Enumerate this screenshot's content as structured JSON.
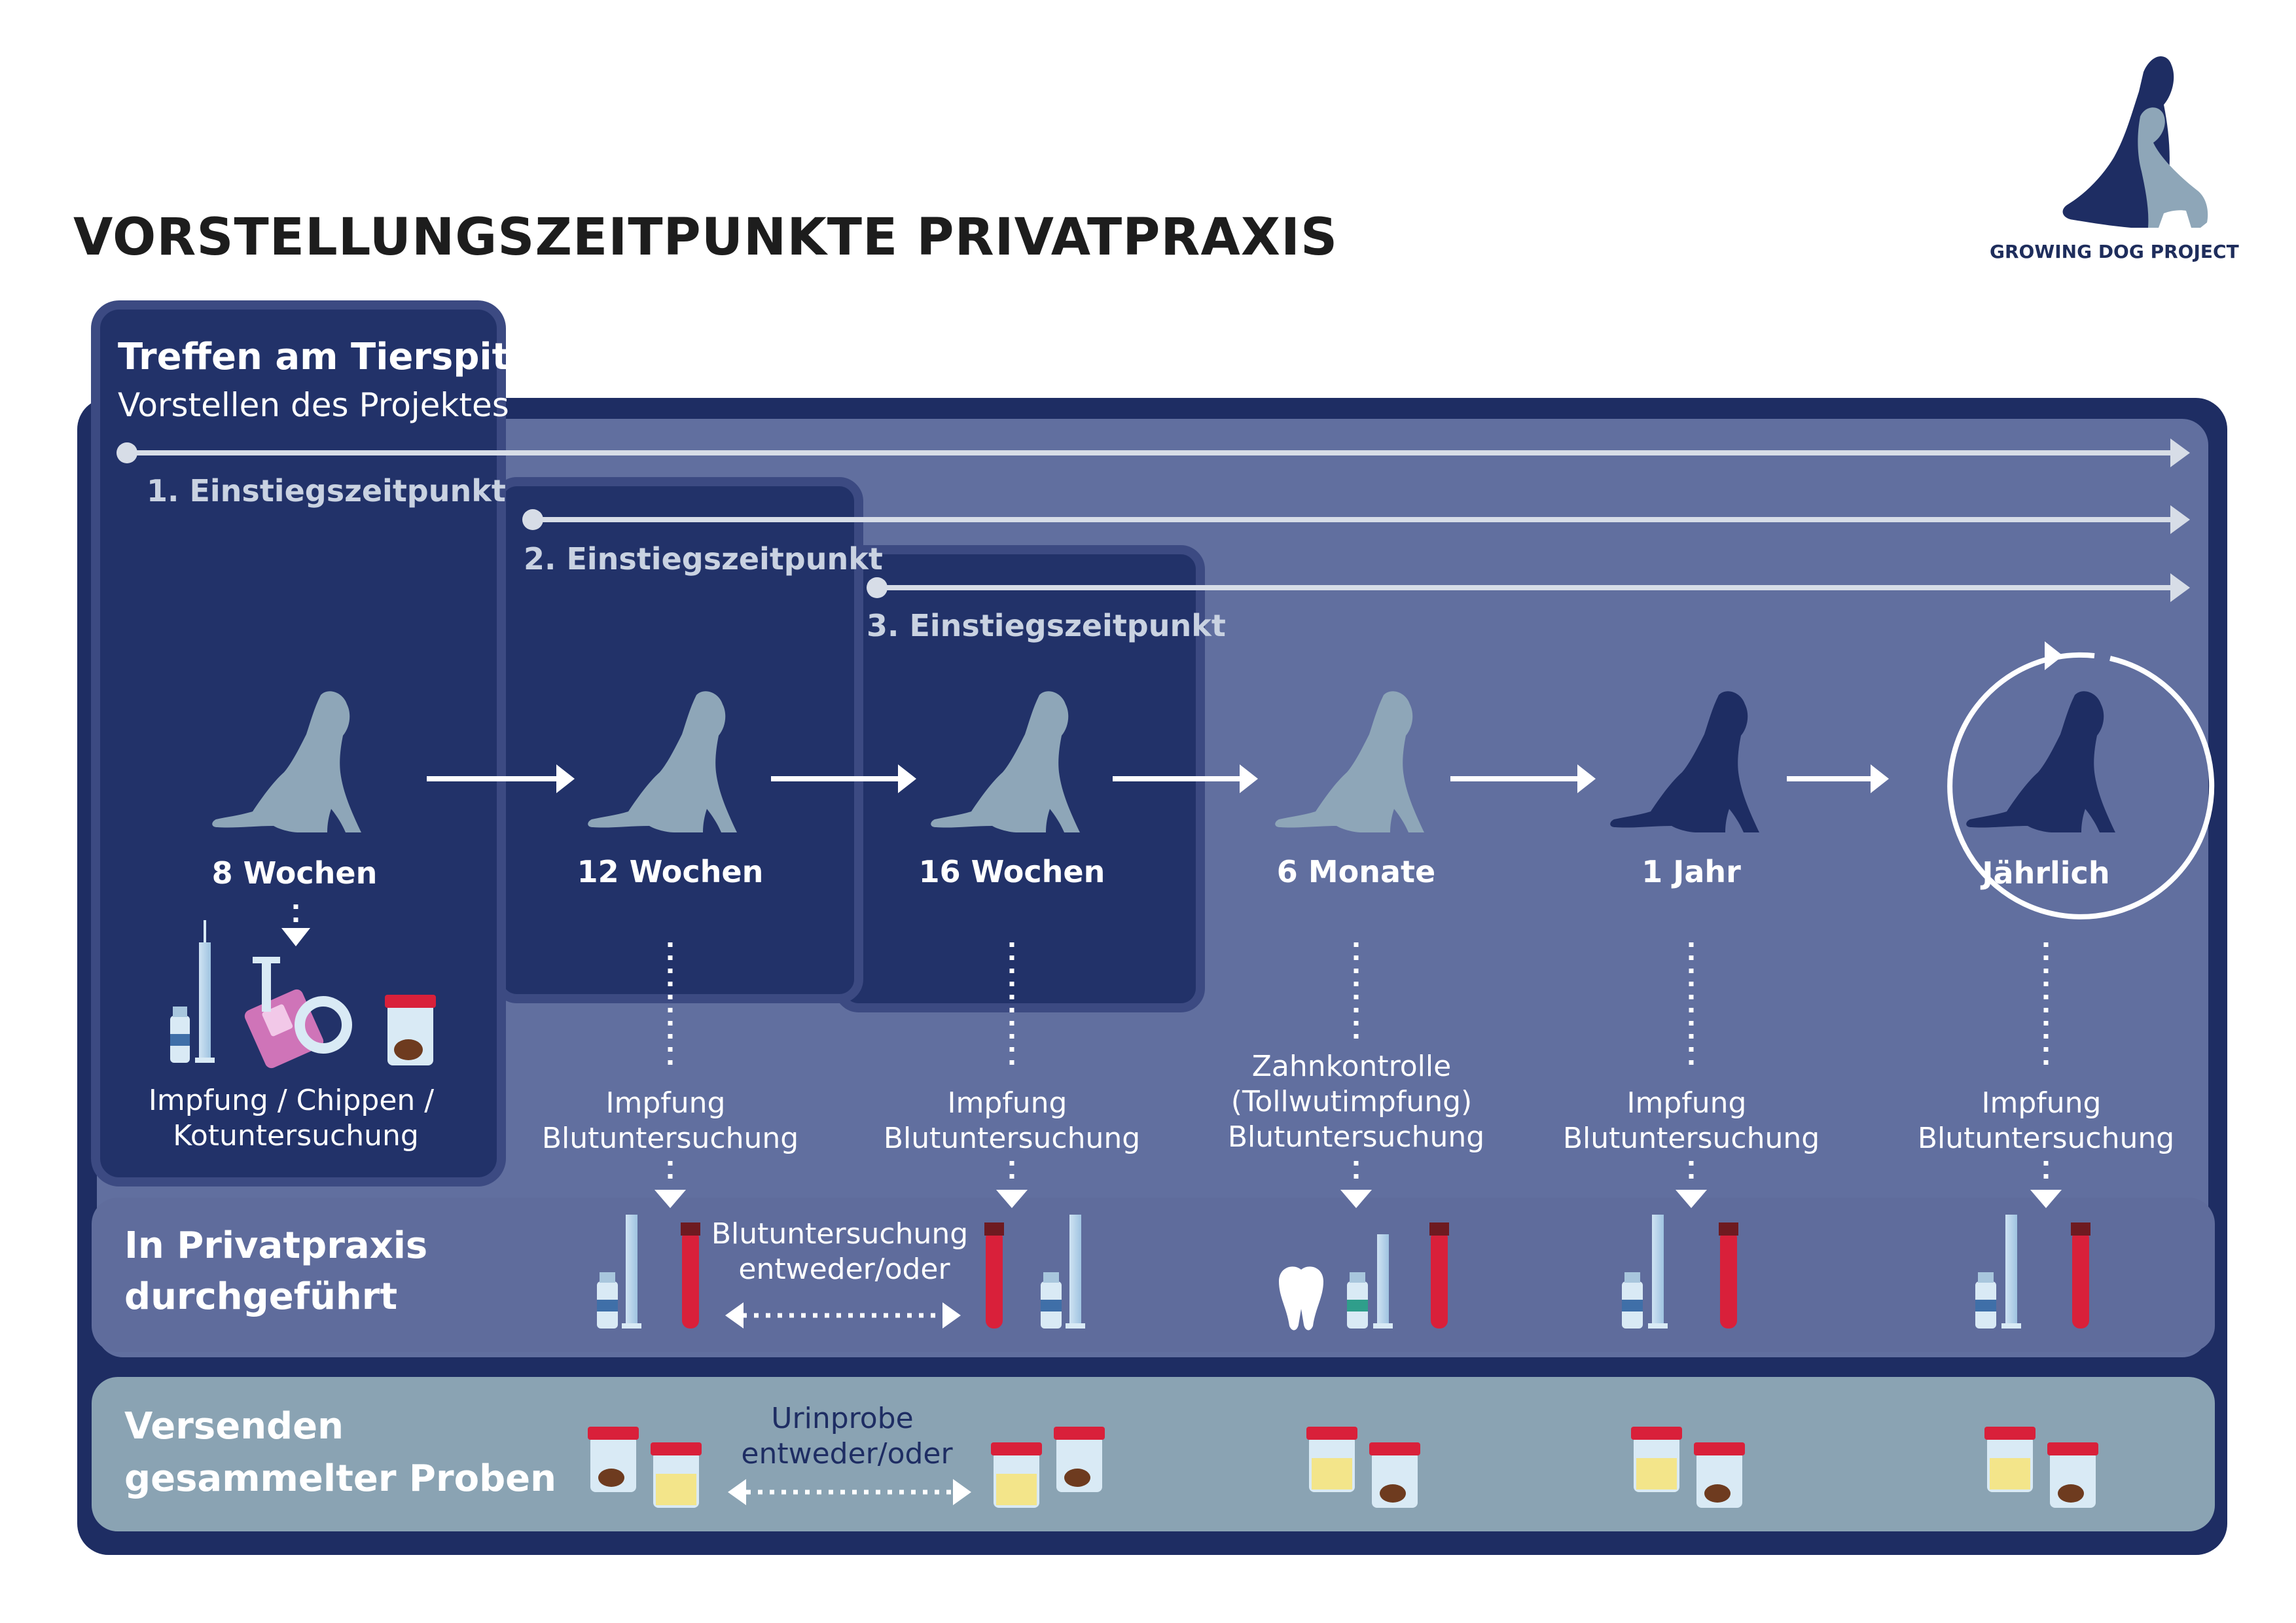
{
  "title": "VORSTELLUNGSZEITPUNKTE PRIVATPRAXIS",
  "brand": "GROWING DOG PROJECT",
  "meeting": {
    "title": "Treffen am Tierspital",
    "subtitle": "Vorstellen des Projektes"
  },
  "entry_points": [
    {
      "label": "1. Einstiegszeitpunkt"
    },
    {
      "label": "2. Einstiegszeitpunkt"
    },
    {
      "label": "3. Einstiegszeitpunkt"
    }
  ],
  "timepoints": [
    {
      "label": "8 Wochen",
      "examination": [
        "Impfung / Chippen /",
        "Kotuntersuchung"
      ]
    },
    {
      "label": "12 Wochen",
      "examination": [
        "Impfung",
        "Blutuntersuchung"
      ]
    },
    {
      "label": "16 Wochen",
      "examination": [
        "Impfung",
        "Blutuntersuchung"
      ]
    },
    {
      "label": "6 Monate",
      "examination": [
        "Zahnkontrolle",
        "(Tollwutimpfung)",
        "Blutuntersuchung"
      ]
    },
    {
      "label": "1 Jahr",
      "examination": [
        "Impfung",
        "Blutuntersuchung"
      ]
    },
    {
      "label": "Jährlich",
      "examination": [
        "Impfung",
        "Blutuntersuchung"
      ]
    }
  ],
  "rows": {
    "practice": [
      "In Privatpraxis",
      "durchgeführt"
    ],
    "samples": [
      "Versenden",
      "gesammelter Proben"
    ]
  },
  "either_or": {
    "blood": [
      "Blutuntersuchung",
      "entweder/oder"
    ],
    "urine": [
      "Urinprobe",
      "entweder/oder"
    ]
  },
  "colors": {
    "navy": "#1e2d63",
    "panel_mid": "#616f9f",
    "panel_light": "#8aa3b3",
    "dog_light": "#8ea6b8",
    "dog_dark": "#1e2d63",
    "blood_red": "#d9203a",
    "urine_yellow": "#f3e58a",
    "feces_brown": "#6e3b1f"
  }
}
